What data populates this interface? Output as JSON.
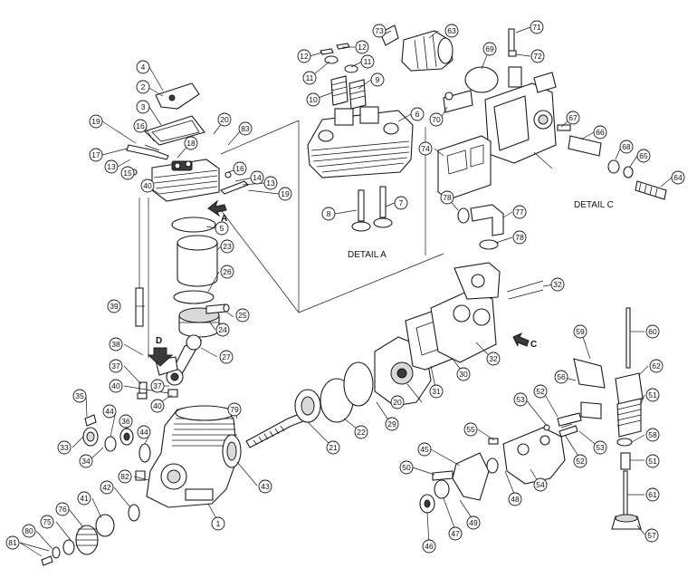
{
  "detail_labels": {
    "a": "DETAIL A",
    "c": "DETAIL C"
  },
  "view_arrows": {
    "a": "A",
    "c": "C",
    "d": "D"
  },
  "callouts": [
    "1",
    "2",
    "3",
    "4",
    "5",
    "6",
    "7",
    "8",
    "9",
    "10",
    "11",
    "11",
    "12",
    "12",
    "13",
    "13",
    "14",
    "15",
    "16",
    "16",
    "17",
    "18",
    "19",
    "19",
    "20",
    "20",
    "21",
    "22",
    "23",
    "24",
    "25",
    "26",
    "27",
    "29",
    "30",
    "31",
    "32",
    "32",
    "33",
    "34",
    "35",
    "36",
    "37",
    "37",
    "38",
    "39",
    "40",
    "40",
    "40",
    "41",
    "42",
    "43",
    "44",
    "44",
    "45",
    "46",
    "47",
    "48",
    "49",
    "50",
    "51",
    "51",
    "52",
    "52",
    "53",
    "53",
    "54",
    "55",
    "56",
    "57",
    "58",
    "59",
    "60",
    "61",
    "62",
    "63",
    "64",
    "65",
    "66",
    "67",
    "68",
    "69",
    "70",
    "71",
    "72",
    "73",
    "74",
    "75",
    "76",
    "77",
    "78",
    "78",
    "79",
    "80",
    "81",
    "82",
    "83"
  ]
}
